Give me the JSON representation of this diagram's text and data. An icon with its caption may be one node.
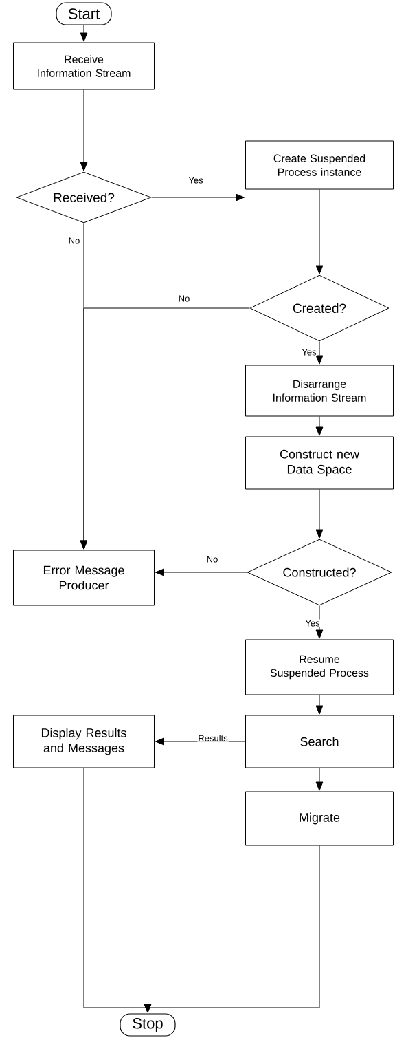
{
  "diagram": {
    "nodes": [
      {
        "text": [
          "Start"
        ]
      },
      {
        "text": [
          "Receive Information Stream"
        ]
      },
      {
        "text": [
          "Received?"
        ]
      },
      {
        "text": [
          "Create Suspended Process instance"
        ]
      },
      {
        "text": [
          "Created?"
        ]
      },
      {
        "text": [
          "Disarrange Information Stream"
        ]
      },
      {
        "text": [
          "Construct new Data Space"
        ]
      },
      {
        "text": [
          "Constructed?"
        ]
      },
      {
        "text": [
          "Error Message Producer"
        ]
      },
      {
        "text": [
          "Resume Suspended Process"
        ]
      },
      {
        "text": [
          "Display Results and Messages"
        ]
      },
      {
        "text": [
          "Search"
        ]
      },
      {
        "text": [
          "Migrate"
        ]
      },
      {
        "text": [
          "Stop"
        ]
      }
    ],
    "edges": [
      {
        "from": 0,
        "to": 1,
        "arrow": "to"
      },
      {
        "from": 1,
        "to": 2,
        "arrow": "to"
      },
      {
        "from": 2,
        "to": 3,
        "arrow": "to",
        "label": "Yes"
      },
      {
        "from": 2,
        "to": 8,
        "arrow": "to",
        "label": "No"
      },
      {
        "from": 3,
        "to": 4,
        "arrow": "to"
      },
      {
        "from": 4,
        "to": 8,
        "arrow": "to",
        "label": "No"
      },
      {
        "from": 4,
        "to": 5,
        "arrow": "to",
        "label": "Yes"
      },
      {
        "from": 5,
        "to": 6,
        "arrow": "to"
      },
      {
        "from": 6,
        "to": 7,
        "arrow": "to"
      },
      {
        "from": 7,
        "to": 8,
        "arrow": "to",
        "label": "No"
      },
      {
        "from": 7,
        "to": 9,
        "arrow": "to",
        "label": "Yes"
      },
      {
        "from": 9,
        "to": 11,
        "arrow": "to"
      },
      {
        "from": 11,
        "to": 10,
        "arrow": "to",
        "label": "Results"
      },
      {
        "from": 11,
        "to": 12,
        "arrow": "to"
      },
      {
        "from": 10,
        "to": 13,
        "arrow": "to"
      },
      {
        "from": 12,
        "to": 13,
        "arrow": "to"
      }
    ]
  }
}
